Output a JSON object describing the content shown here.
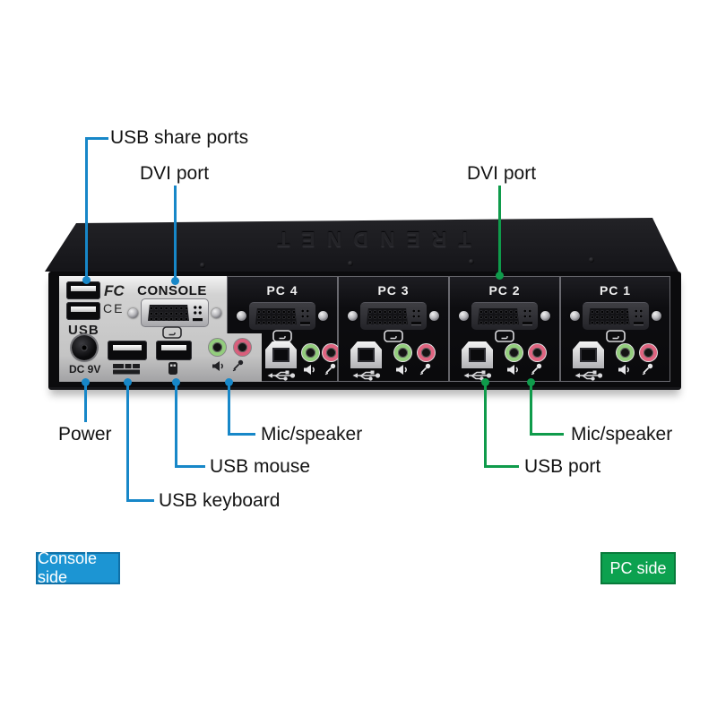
{
  "labels": {
    "usb_share_ports": "USB share ports",
    "dvi_port_left": "DVI port",
    "dvi_port_right": "DVI port",
    "power": "Power",
    "usb_keyboard": "USB keyboard",
    "usb_mouse": "USB mouse",
    "mic_speaker_left": "Mic/speaker",
    "mic_speaker_right": "Mic/speaker",
    "usb_port": "USB port"
  },
  "badges": {
    "console_side": "Console side",
    "pc_side": "PC side"
  },
  "device": {
    "brand": "TRENDNET",
    "console": {
      "title": "CONSOLE",
      "usb_share_label": "USB",
      "power_label": "DC 9V",
      "certifications": [
        "FC",
        "CE"
      ]
    },
    "pc_sections": [
      {
        "label": "PC 4"
      },
      {
        "label": "PC 3"
      },
      {
        "label": "PC 2"
      },
      {
        "label": "PC 1"
      }
    ]
  },
  "colors": {
    "callout_blue": "#1787c8",
    "callout_green": "#0f9b4b",
    "badge_blue": "#1c95d3",
    "badge_green": "#0ca14f",
    "jack_green": "#93cd7d",
    "jack_pink": "#df6480"
  }
}
